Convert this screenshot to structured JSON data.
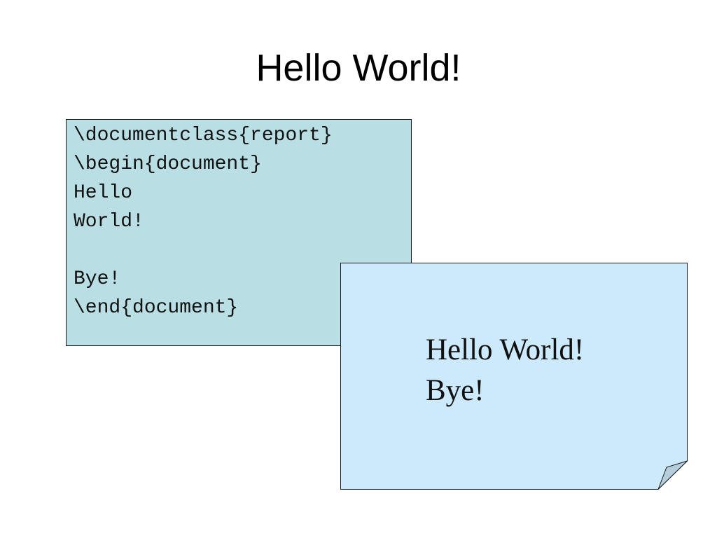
{
  "slide": {
    "title": "Hello World!"
  },
  "source_code": {
    "lines": [
      "\\documentclass{report}",
      "\\begin{document}",
      "Hello",
      "World!",
      "",
      "Bye!",
      "\\end{document}"
    ],
    "background_color": "#b9dfe4"
  },
  "rendered_output": {
    "lines": [
      "Hello World!",
      "Bye!"
    ],
    "background_color": "#cde9fc",
    "fold_color": "#b4cedc",
    "icon": "page-curl-icon"
  }
}
